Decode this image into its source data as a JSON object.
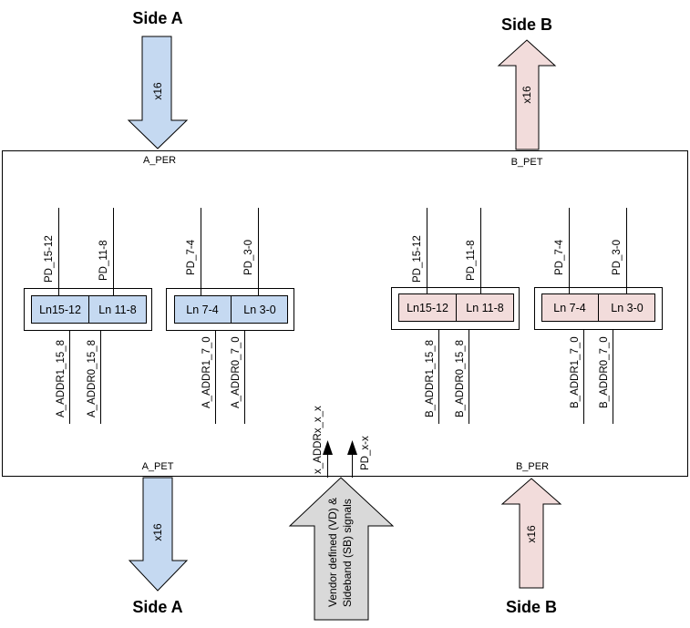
{
  "sides": {
    "a_top": "Side A",
    "b_top": "Side B",
    "a_bottom": "Side A",
    "b_bottom": "Side B"
  },
  "arrows": {
    "a_in": "x16",
    "b_out": "x16",
    "a_out": "x16",
    "b_in": "x16"
  },
  "ports": {
    "a_per": "A_PER",
    "b_pet": "B_PET",
    "a_pet": "A_PET",
    "b_per": "B_PER"
  },
  "side_a": {
    "block1": {
      "lanes": [
        "Ln15-12",
        "Ln 11-8"
      ],
      "pd_signals": [
        "PD_15-12",
        "PD_11-8"
      ],
      "addr_signals": [
        "A_ADDR1_15_8",
        "A_ADDR0_15_8"
      ]
    },
    "block2": {
      "lanes": [
        "Ln 7-4",
        "Ln 3-0"
      ],
      "pd_signals": [
        "PD_7-4",
        "PD_3-0"
      ],
      "addr_signals": [
        "A_ADDR1_7_0",
        "A_ADDR0_7_0"
      ]
    }
  },
  "side_b": {
    "block1": {
      "lanes": [
        "Ln15-12",
        "Ln 11-8"
      ],
      "pd_signals": [
        "PD_15-12",
        "PD_11-8"
      ],
      "addr_signals": [
        "B_ADDR1_15_8",
        "B_ADDR0_15_8"
      ]
    },
    "block2": {
      "lanes": [
        "Ln 7-4",
        "Ln 3-0"
      ],
      "pd_signals": [
        "PD_7-4",
        "PD_3-0"
      ],
      "addr_signals": [
        "B_ADDR1_7_0",
        "B_ADDR0_7_0"
      ]
    }
  },
  "sideband": {
    "signals": [
      "x_ADDRx_x_x",
      "PD_x-x"
    ],
    "label_lines": [
      "Vendor defined (VD) &",
      "Sideband (SB) signals"
    ]
  },
  "colors": {
    "side_a_fill": "#c5d9f1",
    "side_b_fill": "#f2dcdb",
    "sideband_fill": "#d9d9d9",
    "stroke": "#000000"
  }
}
